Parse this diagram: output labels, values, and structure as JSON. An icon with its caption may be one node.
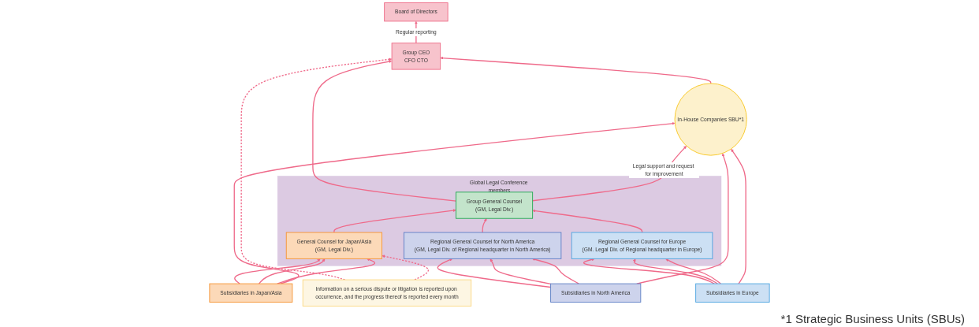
{
  "diagram": {
    "nodes": [
      {
        "text": [
          "Board of Directors"
        ]
      },
      {
        "text": [
          "Group CEO",
          "CFO CTO"
        ]
      },
      {
        "text": [
          "Information on a serious dispute or litigation is reported upon occurrence, and the progress thereof is reported every month"
        ]
      },
      {
        "text": [
          "In-House Companies SBU*1"
        ]
      },
      {
        "text": [
          "Global Legal Conference members"
        ]
      },
      {
        "text": [
          "Group General Counsel",
          "(GM, Legal Div.)"
        ],
        "in": 4
      },
      {
        "text": [
          "General Counsel for Japan/Asia",
          "(GM, Legal Div.)"
        ],
        "in": 4
      },
      {
        "text": [
          "Regional General Counsel for  North America",
          "(GM, Legal Div. of Regional headquarter in North America)"
        ],
        "in": 4
      },
      {
        "text": [
          "Regional General Counsel for Europe",
          "(GM. Legal Div. of Regional headquarter in Europe)"
        ],
        "in": 4
      },
      {
        "text": [
          "Subsidiaries in Japan/Asia"
        ]
      },
      {
        "text": [
          "Subsidiaries in North America"
        ]
      },
      {
        "text": [
          "Subsidiaries in Europe"
        ]
      }
    ],
    "edges": [
      {
        "from": 1,
        "to": 0,
        "arrow": "to",
        "label": "Regular reporting"
      },
      {
        "from": 5,
        "to": 1,
        "arrow": "to"
      },
      {
        "from": 2,
        "to": 1,
        "arrow": "to",
        "style": "dashed"
      },
      {
        "from": 2,
        "to": 6,
        "arrow": "to",
        "style": "dashed"
      },
      {
        "from": 3,
        "to": 1,
        "arrow": "to"
      },
      {
        "from": 5,
        "to": 3,
        "arrow": "to",
        "label": "Legal support and request for improvement"
      },
      {
        "from": 6,
        "to": 5,
        "arrow": "to"
      },
      {
        "from": 7,
        "to": 5,
        "arrow": "to"
      },
      {
        "from": 8,
        "to": 5,
        "arrow": "to"
      },
      {
        "from": 9,
        "to": 6,
        "arrow": "to"
      },
      {
        "from": 9,
        "to": 6,
        "arrow": "to"
      },
      {
        "from": 9,
        "to": 6,
        "arrow": "to"
      },
      {
        "from": 10,
        "to": 7,
        "arrow": "to"
      },
      {
        "from": 10,
        "to": 7,
        "arrow": "to"
      },
      {
        "from": 10,
        "to": 7,
        "arrow": "to"
      },
      {
        "from": 11,
        "to": 8,
        "arrow": "to"
      },
      {
        "from": 11,
        "to": 8,
        "arrow": "to"
      },
      {
        "from": 11,
        "to": 8,
        "arrow": "to"
      },
      {
        "from": 9,
        "to": 3,
        "arrow": "to"
      },
      {
        "from": 10,
        "to": 3,
        "arrow": "to"
      },
      {
        "from": 11,
        "to": 3,
        "arrow": "to"
      }
    ],
    "labels": [
      "*1 Strategic Business Units (SBUs)"
    ]
  }
}
